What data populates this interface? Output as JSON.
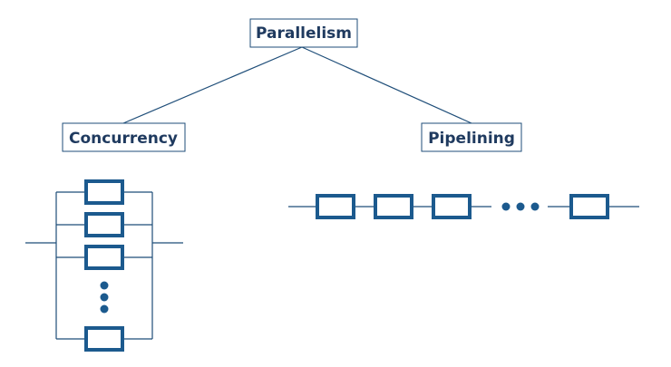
{
  "colors": {
    "line": "#1f4e79",
    "box_stroke": "#1c5a8e",
    "text": "#1f3a5f",
    "background": "#ffffff"
  },
  "nodes": {
    "root": {
      "label": "Parallelism"
    },
    "left": {
      "label": "Concurrency"
    },
    "right": {
      "label": "Pipelining"
    }
  }
}
